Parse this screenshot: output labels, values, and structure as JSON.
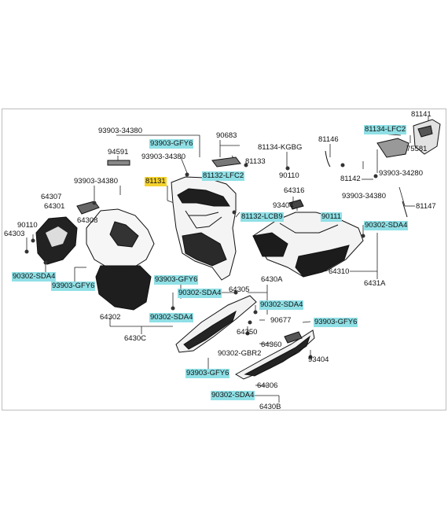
{
  "diagram": {
    "colors": {
      "highlight": "#8fe0e6",
      "selected": "#f5d22b",
      "line": "#222222",
      "part_fill": "#1a1a1a",
      "part_light": "#f2f2f2"
    },
    "labels": [
      {
        "id": "l81141",
        "text": "81141",
        "hl": false,
        "sel": false
      },
      {
        "id": "l81134lfc2",
        "text": "81134-LFC2",
        "hl": true,
        "sel": false
      },
      {
        "id": "l75581",
        "text": "75581",
        "hl": false,
        "sel": false
      },
      {
        "id": "l93903_34380a",
        "text": "93903-34380",
        "hl": false,
        "sel": false
      },
      {
        "id": "l93903gfy6a",
        "text": "93903-GFY6",
        "hl": true,
        "sel": false
      },
      {
        "id": "l90683",
        "text": "90683",
        "hl": false,
        "sel": false
      },
      {
        "id": "l81134kgbg",
        "text": "81134-KGBG",
        "hl": false,
        "sel": false
      },
      {
        "id": "l81146",
        "text": "81146",
        "hl": false,
        "sel": false
      },
      {
        "id": "l94591",
        "text": "94591",
        "hl": false,
        "sel": false
      },
      {
        "id": "l93903_34380b",
        "text": "93903-34380",
        "hl": false,
        "sel": false
      },
      {
        "id": "l81133",
        "text": "81133",
        "hl": false,
        "sel": false
      },
      {
        "id": "l81132lfc2",
        "text": "81132-LFC2",
        "hl": true,
        "sel": false
      },
      {
        "id": "l90110a",
        "text": "90110",
        "hl": false,
        "sel": false
      },
      {
        "id": "l93903_34280",
        "text": "93903-34280",
        "hl": false,
        "sel": false
      },
      {
        "id": "l81142",
        "text": "81142",
        "hl": false,
        "sel": false
      },
      {
        "id": "l81131",
        "text": "81131",
        "hl": false,
        "sel": true
      },
      {
        "id": "l93903_34380c",
        "text": "93903-34380",
        "hl": false,
        "sel": false
      },
      {
        "id": "l64316",
        "text": "64316",
        "hl": false,
        "sel": false
      },
      {
        "id": "l93903_34380d",
        "text": "93903-34380",
        "hl": false,
        "sel": false
      },
      {
        "id": "l64307",
        "text": "64307",
        "hl": false,
        "sel": false
      },
      {
        "id": "l93404a",
        "text": "93404",
        "hl": false,
        "sel": false
      },
      {
        "id": "l81147",
        "text": "81147",
        "hl": false,
        "sel": false
      },
      {
        "id": "l64301",
        "text": "64301",
        "hl": false,
        "sel": false
      },
      {
        "id": "l81132lcb9",
        "text": "81132-LCB9",
        "hl": true,
        "sel": false
      },
      {
        "id": "l90111",
        "text": "90111",
        "hl": true,
        "sel": false
      },
      {
        "id": "l64308",
        "text": "64308",
        "hl": false,
        "sel": false
      },
      {
        "id": "l90110b",
        "text": "90110",
        "hl": false,
        "sel": false
      },
      {
        "id": "l90302sda4a",
        "text": "90302-SDA4",
        "hl": true,
        "sel": false
      },
      {
        "id": "l64303",
        "text": "64303",
        "hl": false,
        "sel": false
      },
      {
        "id": "l64310",
        "text": "64310",
        "hl": false,
        "sel": false
      },
      {
        "id": "l90302sda4b",
        "text": "90302-SDA4",
        "hl": true,
        "sel": false
      },
      {
        "id": "l93903gfy6b",
        "text": "93903-GFY6",
        "hl": true,
        "sel": false
      },
      {
        "id": "l6430a",
        "text": "6430A",
        "hl": false,
        "sel": false
      },
      {
        "id": "l93903gfy6c",
        "text": "93903-GFY6",
        "hl": true,
        "sel": false
      },
      {
        "id": "l6431a",
        "text": "6431A",
        "hl": false,
        "sel": false
      },
      {
        "id": "l64305",
        "text": "64305",
        "hl": false,
        "sel": false
      },
      {
        "id": "l90302sda4c",
        "text": "90302-SDA4",
        "hl": true,
        "sel": false
      },
      {
        "id": "l90302sda4d",
        "text": "90302-SDA4",
        "hl": true,
        "sel": false
      },
      {
        "id": "l64302",
        "text": "64302",
        "hl": false,
        "sel": false
      },
      {
        "id": "l90302sda4e",
        "text": "90302-SDA4",
        "hl": true,
        "sel": false
      },
      {
        "id": "l90677",
        "text": "90677",
        "hl": false,
        "sel": false
      },
      {
        "id": "l93903gfy6d",
        "text": "93903-GFY6",
        "hl": true,
        "sel": false
      },
      {
        "id": "l64350",
        "text": "64350",
        "hl": false,
        "sel": false
      },
      {
        "id": "l6430c",
        "text": "6430C",
        "hl": false,
        "sel": false
      },
      {
        "id": "l64360",
        "text": "64360",
        "hl": false,
        "sel": false
      },
      {
        "id": "l90302gbr2",
        "text": "90302-GBR2",
        "hl": false,
        "sel": false
      },
      {
        "id": "l93404b",
        "text": "93404",
        "hl": false,
        "sel": false
      },
      {
        "id": "l93903gfy6e",
        "text": "93903-GFY6",
        "hl": true,
        "sel": false
      },
      {
        "id": "l64306",
        "text": "64306",
        "hl": false,
        "sel": false
      },
      {
        "id": "l90302sda4f",
        "text": "90302-SDA4",
        "hl": true,
        "sel": false
      },
      {
        "id": "l6430b",
        "text": "6430B",
        "hl": false,
        "sel": false
      }
    ]
  }
}
